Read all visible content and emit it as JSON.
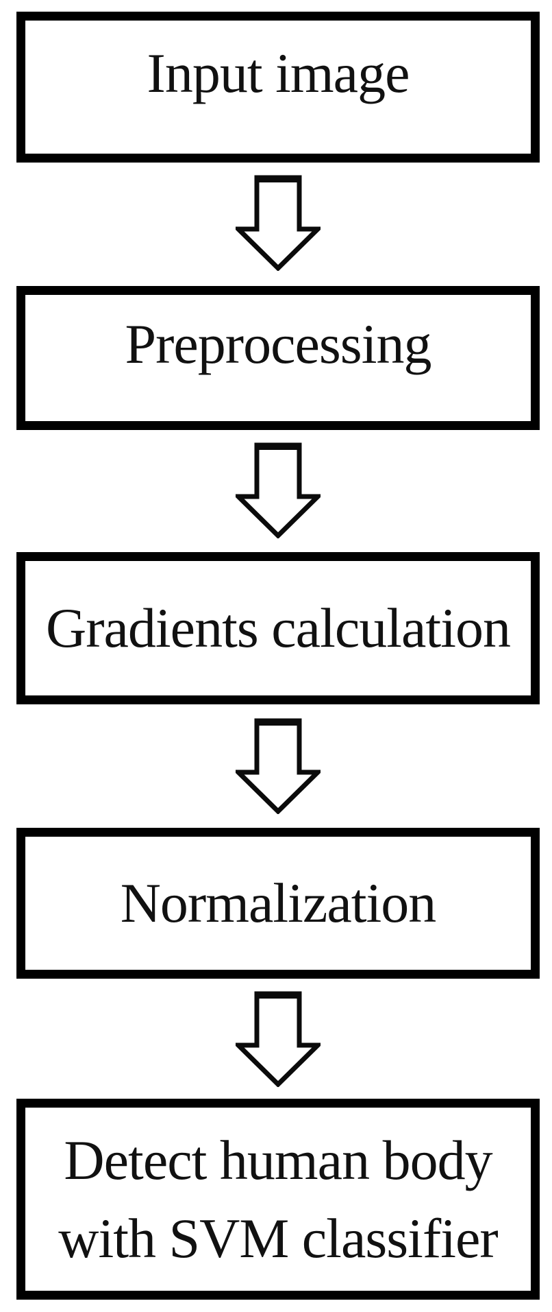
{
  "diagram": {
    "type": "flowchart",
    "direction": "top-down",
    "connector": "hollow-down-arrow",
    "steps": [
      {
        "id": 1,
        "label": "Input image"
      },
      {
        "id": 2,
        "label": "Preprocessing"
      },
      {
        "id": 3,
        "label": "Gradients calculation"
      },
      {
        "id": 4,
        "label": "Normalization"
      },
      {
        "id": 5,
        "label": "Detect human body with SVM classifier"
      }
    ],
    "colors": {
      "background": "#ffffff",
      "box_fill": "#ffffff",
      "box_border": "#000000",
      "text": "#111111",
      "arrow_outline": "#0b0b0b",
      "arrow_fill": "#ffffff"
    }
  }
}
